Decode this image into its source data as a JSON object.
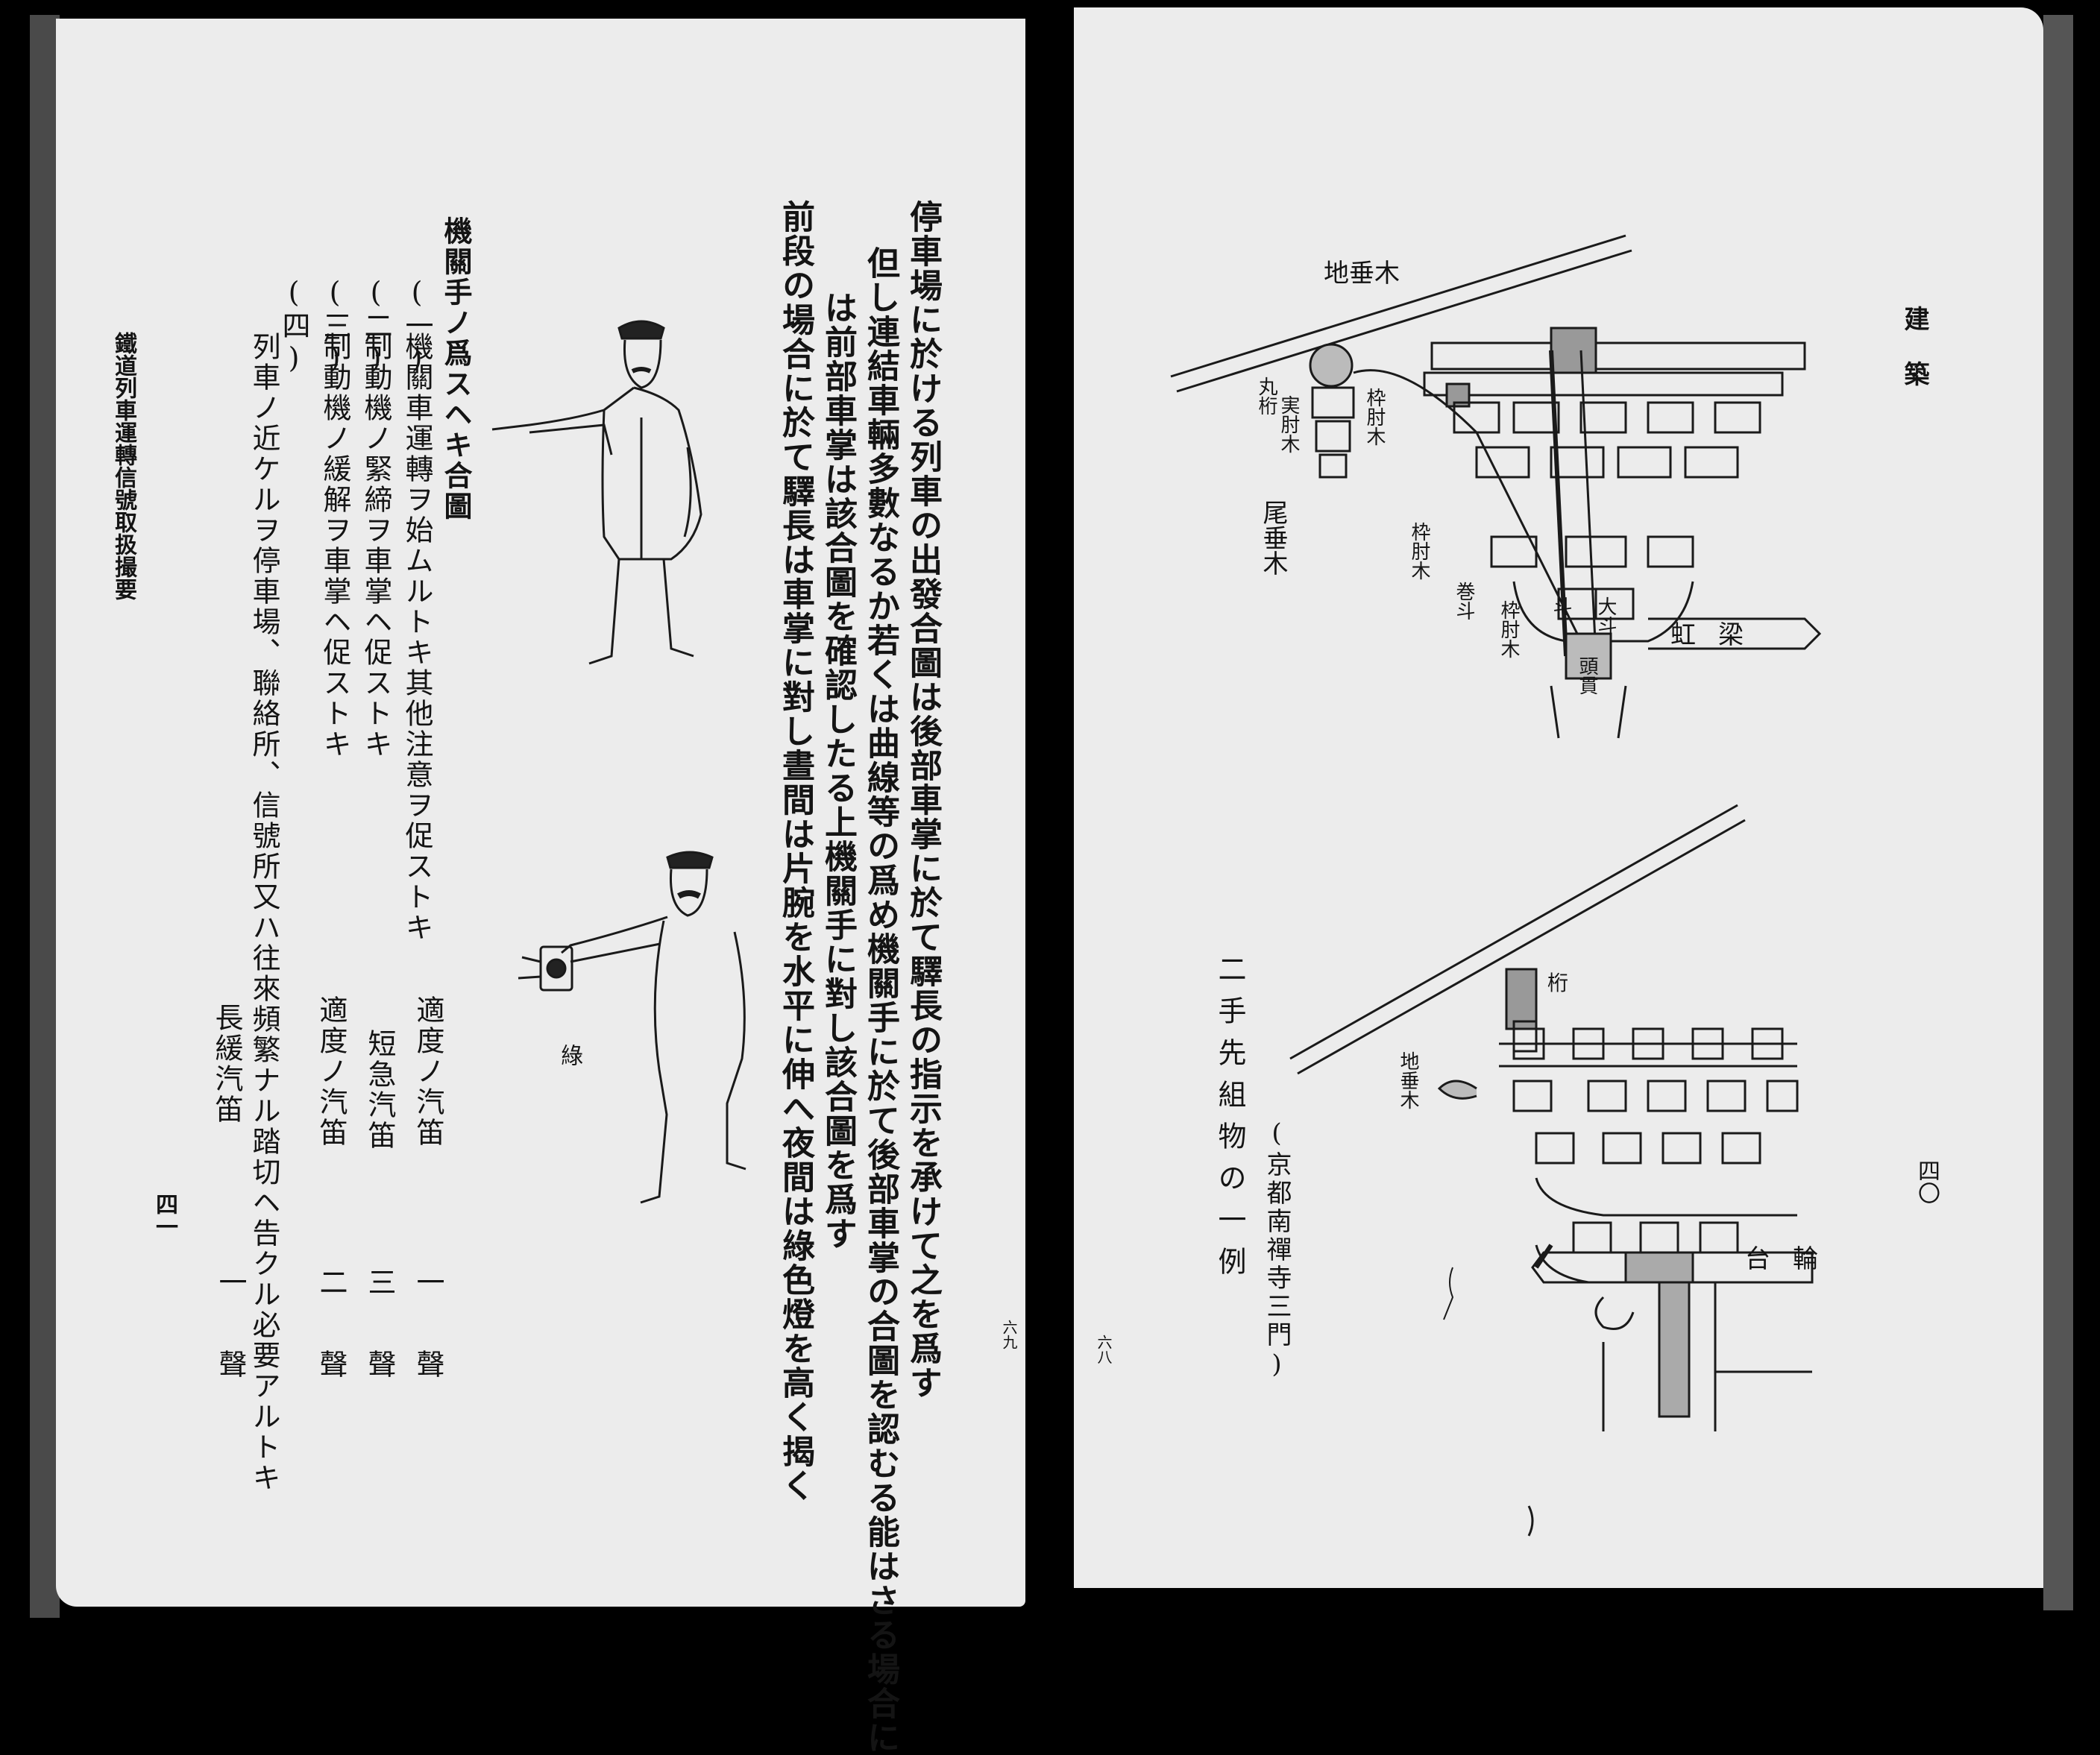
{
  "left_page": {
    "running_head": "鐵道列車運轉信號取扱撮要",
    "page_number": "四一",
    "gutter_number": "六九",
    "paragraphs": [
      "停車場に於ける列車の出發合圖は後部車掌に於て驛長の指示を承けて之を爲す",
      "但し連結車輛多數なるか若くは曲線等の爲め機關手に於て後部車掌の合圖を認むる能はさる場合に",
      "は前部車掌は該合圖を確認したる上機關手に對し該合圖を爲す",
      "前段の場合に於て驛長は車掌に對し晝間は片腕を水平に伸へ夜間は綠色燈を高く揭く"
    ],
    "figure_label": "綠",
    "section_title": "機關手ノ爲スヘキ合圖",
    "items": [
      {
        "num": "(一)",
        "text": "機關車運轉ヲ始ムルトキ其他注意ヲ促ストキ",
        "signal": "適度ノ汽笛",
        "count": "一",
        "unit": "聲"
      },
      {
        "num": "(二)",
        "text": "制動機ノ緊締ヲ車掌ヘ促ストキ",
        "signal": "短急汽笛",
        "count": "三",
        "unit": "聲"
      },
      {
        "num": "(三)",
        "text": "制動機ノ緩解ヲ車掌ヘ促ストキ",
        "signal": "適度ノ汽笛",
        "count": "二",
        "unit": "聲"
      },
      {
        "num": "(四)",
        "text": "列車ノ近ケルヲ停車場、聯絡所、信號所又ハ往來頻繁ナル踏切ヘ告クル必要アルトキ",
        "signal": "長緩汽笛",
        "count": "一",
        "unit": "聲"
      }
    ]
  },
  "right_page": {
    "running_head": "建築",
    "page_number": "四〇",
    "gutter_number": "六八",
    "caption_main": "二手先組物の一例",
    "caption_sub": "(京都南禪寺三門)",
    "labels_top": {
      "ji_daruki": "地垂木",
      "maru_gyo": "丸桁",
      "jitsu_hijiki": "実肘木",
      "obi_daruki": "尾垂木",
      "kahijiki": "枠肘木",
      "makito": "巻斗",
      "daito": "大斗",
      "to": "斗",
      "hijiki_b": "枠肘木",
      "kashiranuki": "頭貫",
      "kouryou": "虹梁",
      "hijiki_a": "枠肘木"
    },
    "labels_bottom": {
      "keta": "桁",
      "ji_daruki": "地垂木",
      "daiwa": "台輪"
    }
  }
}
